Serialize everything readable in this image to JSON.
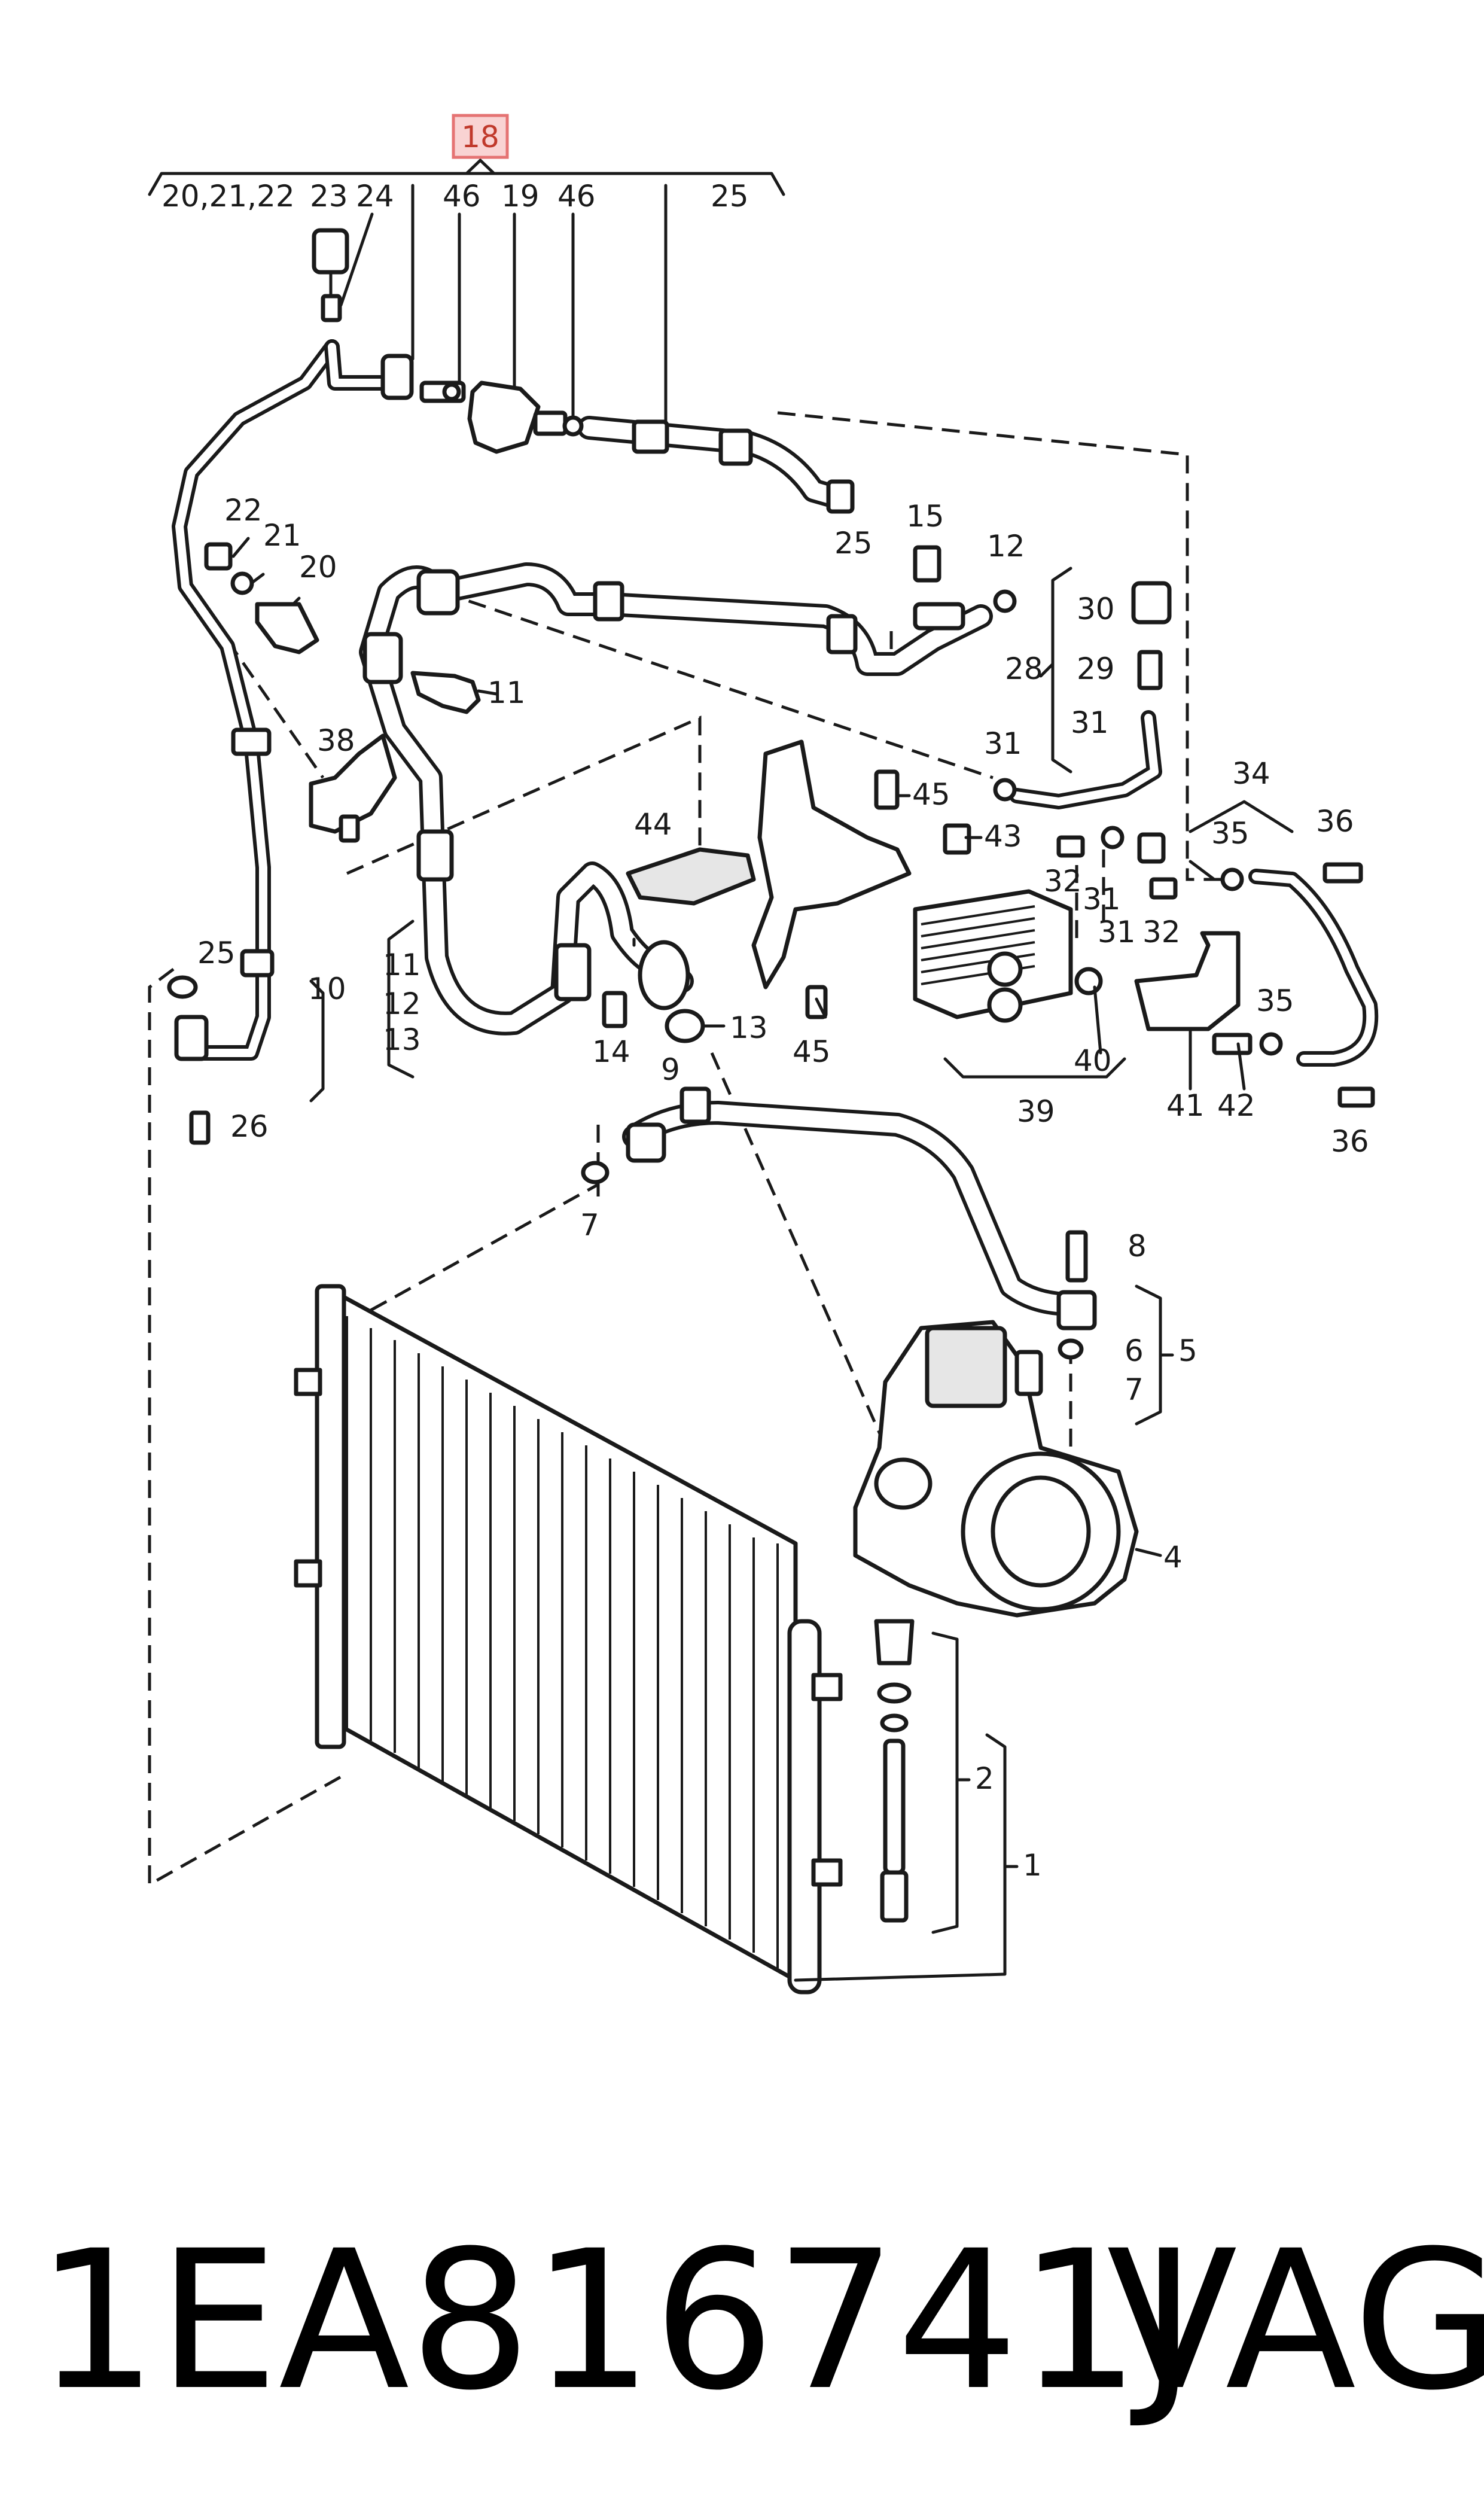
{
  "highlight": {
    "label": "18",
    "box_color": "#f9d3d3",
    "border_color": "#e57373"
  },
  "header_group": {
    "items": [
      "20,21,22",
      "23",
      "24",
      "46",
      "19",
      "46",
      "25"
    ]
  },
  "callouts": {
    "c1": "1",
    "c2": "2",
    "c4": "4",
    "c5": "5",
    "c6": "6",
    "c7a": "7",
    "c7b": "7",
    "c8": "8",
    "c9": "9",
    "c10": "10",
    "c11a": "11",
    "c11b": "11",
    "c12a": "12",
    "c12b": "12",
    "c13a": "13",
    "c13b": "13",
    "c14": "14",
    "c15": "15",
    "c20": "20",
    "c21": "21",
    "c22": "22",
    "c25a": "25",
    "c25b": "25",
    "c26": "26",
    "c28": "28",
    "c29": "29",
    "c30": "30",
    "c31a": "31",
    "c31b": "31",
    "c31c": "31",
    "c31d": "31",
    "c32a": "32",
    "c32b": "32",
    "c34": "34",
    "c35a": "35",
    "c35b": "35",
    "c36a": "36",
    "c36b": "36",
    "c38": "38",
    "c39": "39",
    "c40": "40",
    "c41": "41",
    "c42": "42",
    "c43": "43",
    "c44": "44",
    "c45a": "45",
    "c45b": "45"
  },
  "caption": {
    "part_number": "1EA816741J",
    "brand": "VAG"
  }
}
